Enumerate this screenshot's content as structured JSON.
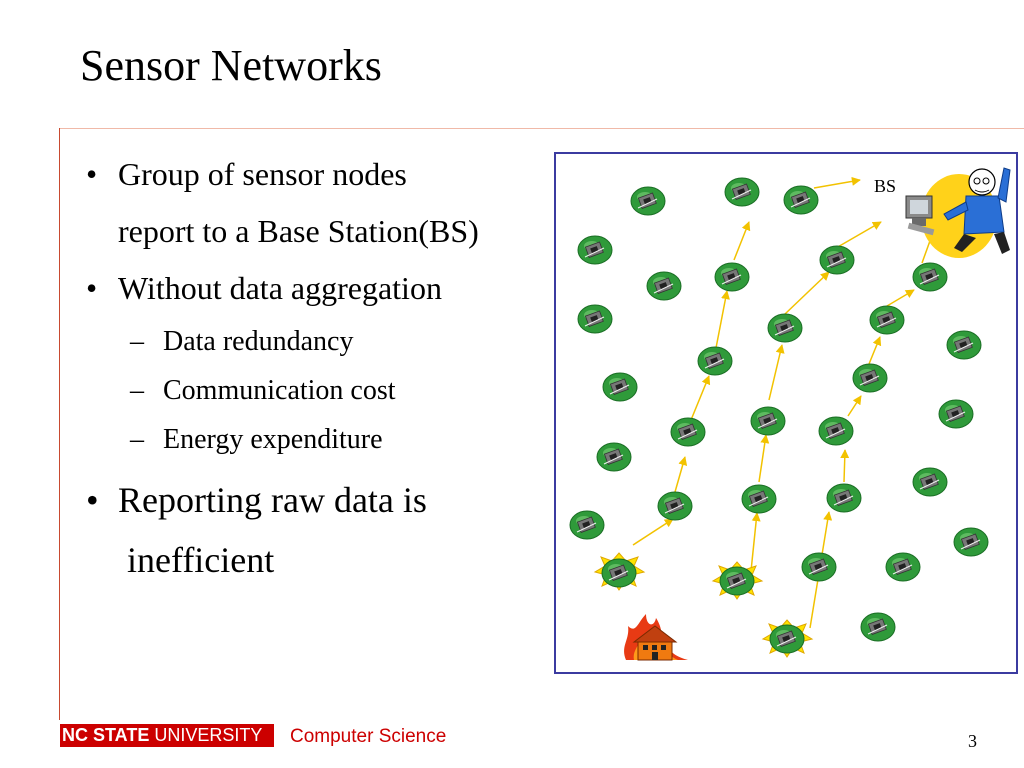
{
  "slide": {
    "title": "Sensor Networks",
    "page_number": "3"
  },
  "bullets": [
    {
      "lines": [
        "Group of sensor nodes",
        "report to a Base Station(BS)"
      ]
    },
    {
      "lines": [
        "Without data aggregation"
      ],
      "sub": [
        "Data redundancy",
        "Communication cost",
        "Energy expenditure"
      ]
    },
    {
      "lines": [
        "Reporting raw data is",
        " inefficient"
      ]
    }
  ],
  "glyphs": {
    "bullet": "•",
    "dash": "–"
  },
  "diagram": {
    "bs_label": "BS"
  },
  "footer": {
    "university": [
      "NC STATE",
      "UNIVERSITY"
    ],
    "department": "Computer Science"
  },
  "colors": {
    "accent_red": "#cc0000",
    "diagram_border": "#3b3ba0",
    "arrow": "#f2c200",
    "node_green": "#2f9a3a"
  }
}
